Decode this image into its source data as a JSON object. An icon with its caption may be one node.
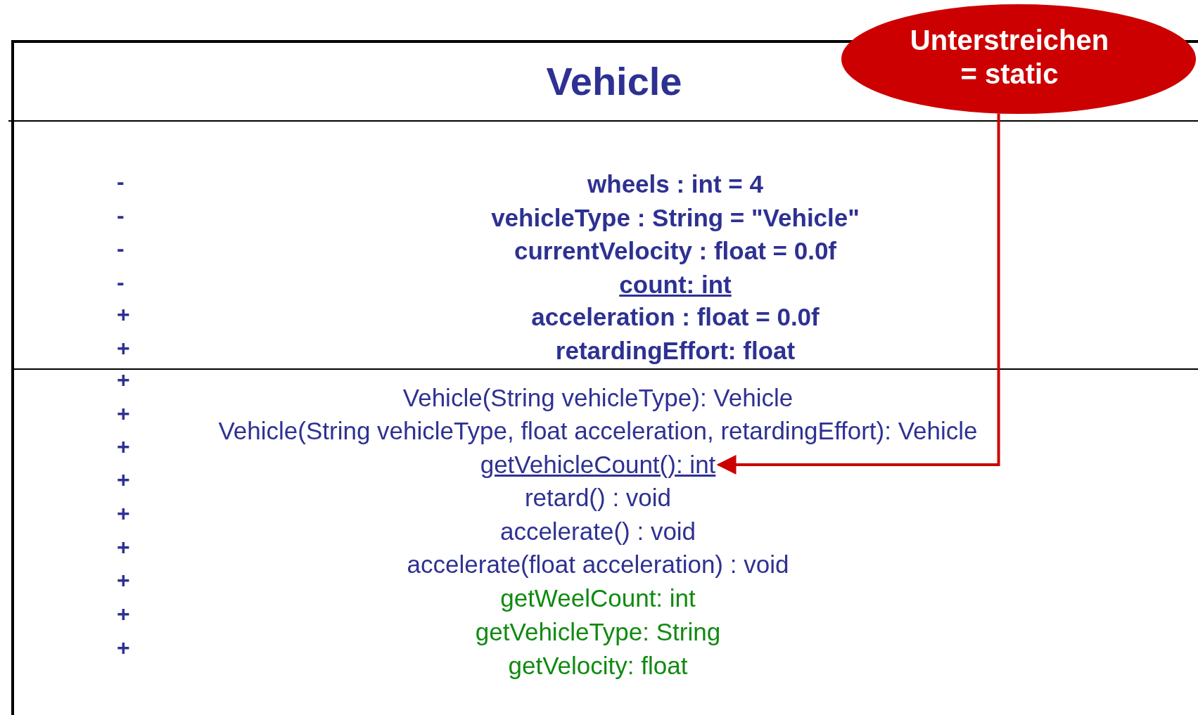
{
  "diagram": {
    "nodes": [
      {
        "text": [
          "Vehicle"
        ]
      },
      {
        "text": [
          "wheels : int = 4"
        ],
        "in": 0
      },
      {
        "text": [
          "vehicleType : String = \"Vehicle\""
        ],
        "in": 0
      },
      {
        "text": [
          "currentVelocity : float = 0.0f"
        ],
        "in": 0
      },
      {
        "text": [
          "count: int"
        ],
        "in": 0
      },
      {
        "text": [
          "acceleration : float = 0.0f"
        ],
        "in": 0
      },
      {
        "text": [
          "retardingEffort: float"
        ],
        "in": 0
      },
      {
        "text": [
          "Vehicle(String vehicleType): Vehicle"
        ],
        "in": 0
      },
      {
        "text": [
          "Vehicle(String vehicleType, float acceleration, retardingEffort): Vehicle"
        ],
        "in": 0
      },
      {
        "text": [
          "getVehicleCount(): int"
        ],
        "in": 0
      },
      {
        "text": [
          "retard() : void"
        ],
        "in": 0
      },
      {
        "text": [
          "accelerate() : void"
        ],
        "in": 0
      },
      {
        "text": [
          "accelerate(float acceleration) : void"
        ],
        "in": 0
      },
      {
        "text": [
          "getWeelCount: int"
        ],
        "in": 0
      },
      {
        "text": [
          "getVehicleType: String"
        ],
        "in": 0
      },
      {
        "text": [
          "getVelocity: float"
        ],
        "in": 0
      },
      {
        "text": [
          "Unterstreichen = static"
        ]
      }
    ],
    "edges": [
      {
        "from": 16,
        "to": 9,
        "arrow": "to",
        "color": "#cc0000"
      }
    ],
    "labels": [
      "-",
      "-",
      "-",
      "-",
      "+",
      "+",
      "+",
      "+",
      "+",
      "+",
      "+",
      "+",
      "+",
      "+",
      "+"
    ]
  }
}
